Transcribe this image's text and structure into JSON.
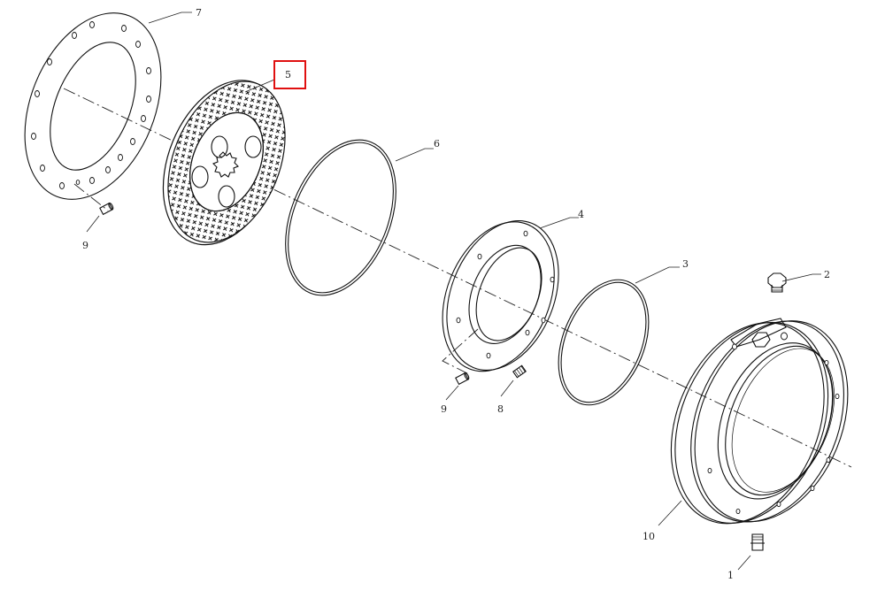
{
  "callouts": {
    "c1": "1",
    "c2": "2",
    "c3": "3",
    "c4": "4",
    "c5": "5",
    "c6": "6",
    "c7": "7",
    "c8": "8",
    "c9a": "9",
    "c9b": "9",
    "c10": "10"
  },
  "highlight": {
    "part": "5",
    "color": "#e01010"
  }
}
